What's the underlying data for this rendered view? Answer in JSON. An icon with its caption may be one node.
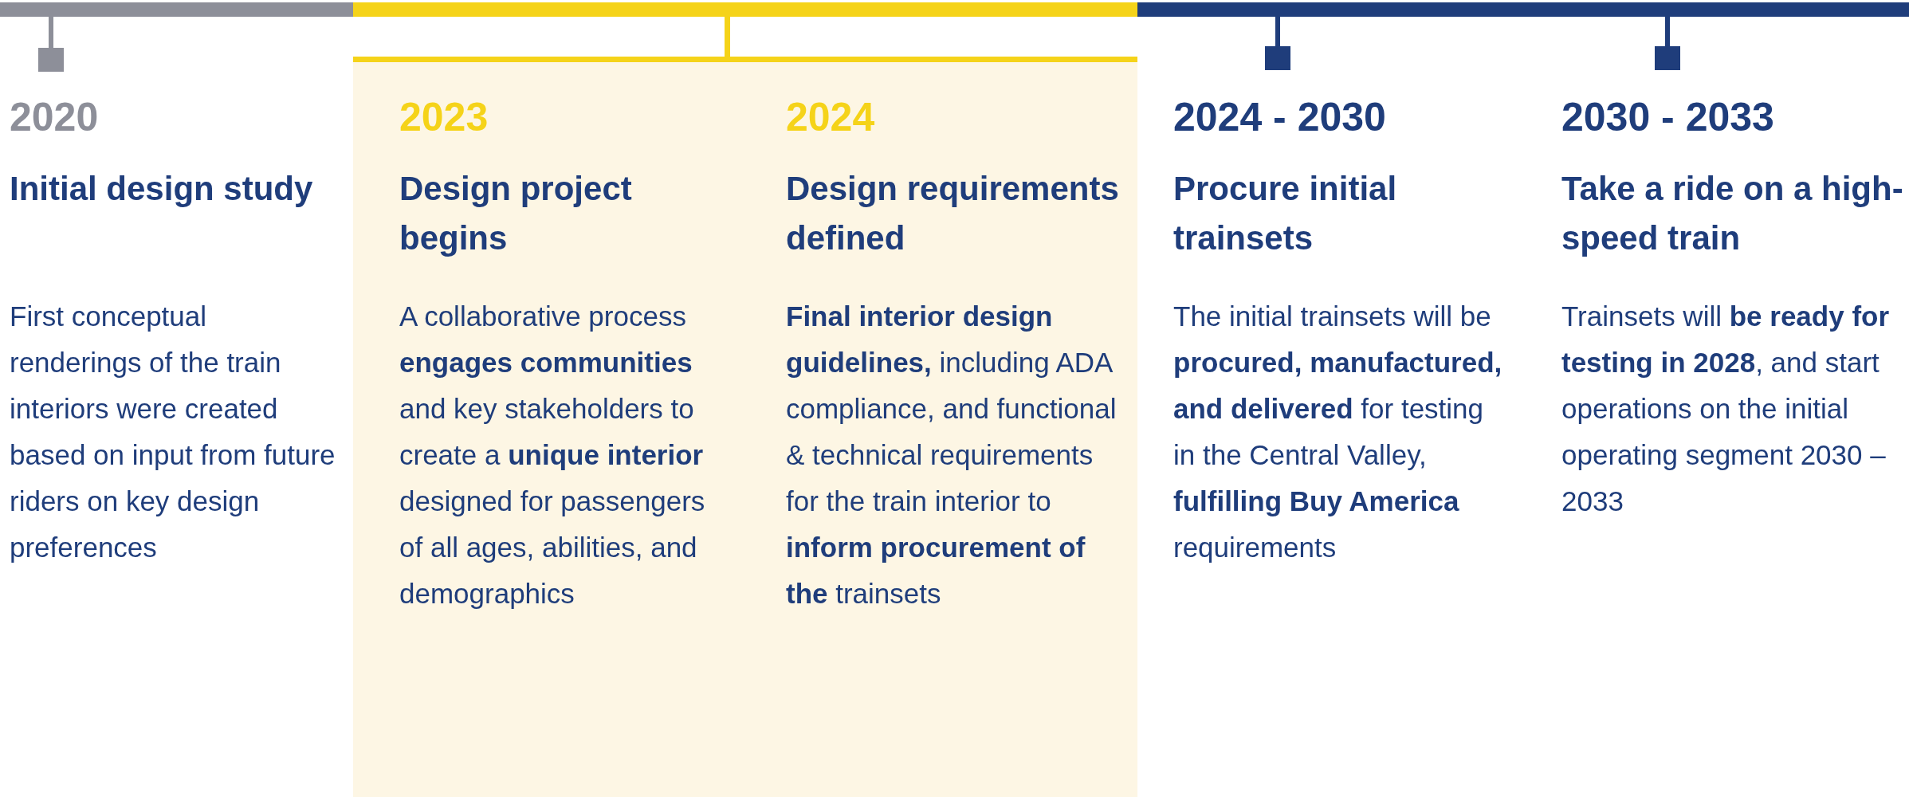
{
  "diagram": {
    "nodes": [
      {
        "text": [
          "2020",
          "Initial design study",
          "First conceptual renderings of the train interiors were created based on input from future riders on key design preferences"
        ]
      },
      {
        "text": [],
        "shape": "box"
      },
      {
        "text": [
          "2023",
          "Design project begins",
          "A collaborative process **engages communities** and key stakeholders to create a **unique interior** designed for passengers of all ages, abilities, and demographics"
        ],
        "in": 1
      },
      {
        "text": [
          "2024",
          "Design requirements defined",
          "**Final interior design guidelines,** including ADA compliance, and functional & technical requirements for the train interior to **inform procurement of the** trainsets"
        ],
        "in": 1
      },
      {
        "text": [
          "2024 - 2030",
          "Procure initial trainsets",
          "The initial trainsets will be **procured, manufactured, and delivered** for testing in the Central Valley, **fulfilling Buy America** requirements"
        ]
      },
      {
        "text": [
          "2030 - 2033",
          "Take a ride on a high-speed train",
          "Trainsets will **be ready for testing in 2028**, and start operations on the initial operating segment 2030 – 2033"
        ]
      }
    ]
  }
}
